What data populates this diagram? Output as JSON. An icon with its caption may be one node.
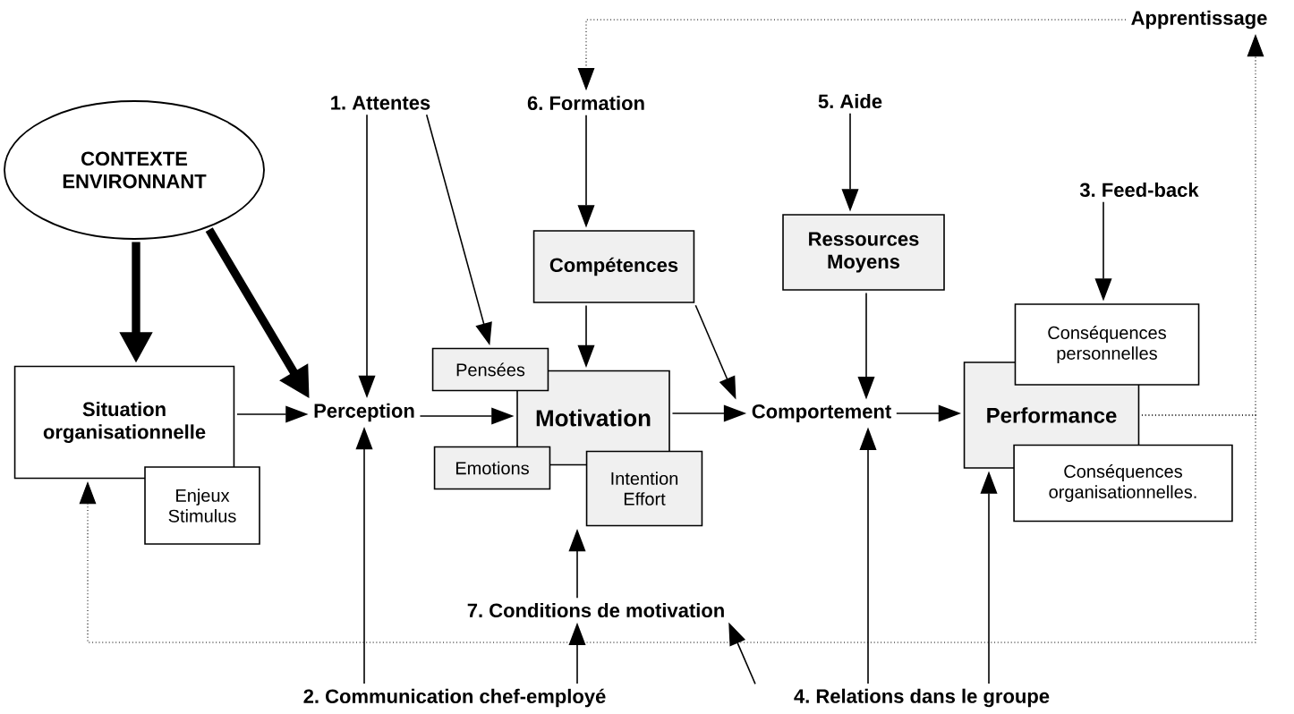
{
  "diagram": {
    "nodes": [
      {
        "text": [
          "CONTEXTE ENVIRONNANT"
        ]
      },
      {
        "text": [
          "1. Attentes"
        ]
      },
      {
        "text": [
          "6. Formation"
        ]
      },
      {
        "text": [
          "5. Aide"
        ]
      },
      {
        "text": [
          "Apprentissage"
        ]
      },
      {
        "text": [
          "3. Feed-back"
        ]
      },
      {
        "text": [
          "Compétences"
        ]
      },
      {
        "text": [
          "Ressources Moyens"
        ]
      },
      {
        "text": [
          "Situation organisationnelle"
        ]
      },
      {
        "text": [
          "Enjeux Stimulus"
        ]
      },
      {
        "text": [
          "Perception"
        ]
      },
      {
        "text": [
          "Motivation"
        ]
      },
      {
        "text": [
          "Pensées"
        ]
      },
      {
        "text": [
          "Emotions"
        ]
      },
      {
        "text": [
          "Intention Effort"
        ]
      },
      {
        "text": [
          "Comportement"
        ]
      },
      {
        "text": [
          "Performance"
        ]
      },
      {
        "text": [
          "Conséquences personnelles"
        ]
      },
      {
        "text": [
          "Conséquences organisationnelles."
        ]
      },
      {
        "text": [
          "7. Conditions de motivation"
        ]
      },
      {
        "text": [
          "2. Communication chef-employé"
        ]
      },
      {
        "text": [
          "4. Relations dans le groupe"
        ]
      }
    ],
    "edges": [
      {
        "from": 0,
        "to": 8,
        "arrow": "to",
        "style": "thick"
      },
      {
        "from": 0,
        "to": 10,
        "arrow": "to",
        "style": "thick"
      },
      {
        "from": 1,
        "to": 10,
        "arrow": "to"
      },
      {
        "from": 1,
        "to": 12,
        "arrow": "to"
      },
      {
        "from": 2,
        "to": 6,
        "arrow": "to"
      },
      {
        "from": 6,
        "to": 11,
        "arrow": "to"
      },
      {
        "from": 6,
        "to": 15,
        "arrow": "to"
      },
      {
        "from": 3,
        "to": 7,
        "arrow": "to"
      },
      {
        "from": 7,
        "to": 15,
        "arrow": "to"
      },
      {
        "from": 5,
        "to": 17,
        "arrow": "to"
      },
      {
        "from": 8,
        "to": 10,
        "arrow": "to"
      },
      {
        "from": 10,
        "to": 11,
        "arrow": "to"
      },
      {
        "from": 11,
        "to": 15,
        "arrow": "to"
      },
      {
        "from": 15,
        "to": 16,
        "arrow": "to"
      },
      {
        "from": 20,
        "to": 10,
        "arrow": "to"
      },
      {
        "from": 20,
        "to": 19,
        "arrow": "to"
      },
      {
        "from": 19,
        "to": 14,
        "arrow": "to"
      },
      {
        "from": 21,
        "to": 19,
        "arrow": "to"
      },
      {
        "from": 21,
        "to": 15,
        "arrow": "to"
      },
      {
        "from": 21,
        "to": 16,
        "arrow": "to"
      },
      {
        "from": 16,
        "to": 4,
        "arrow": "to",
        "style": "dashed"
      },
      {
        "from": 16,
        "to": 8,
        "arrow": "to",
        "style": "dashed"
      },
      {
        "from": 4,
        "to": 2,
        "arrow": "to",
        "style": "dashed"
      }
    ]
  }
}
